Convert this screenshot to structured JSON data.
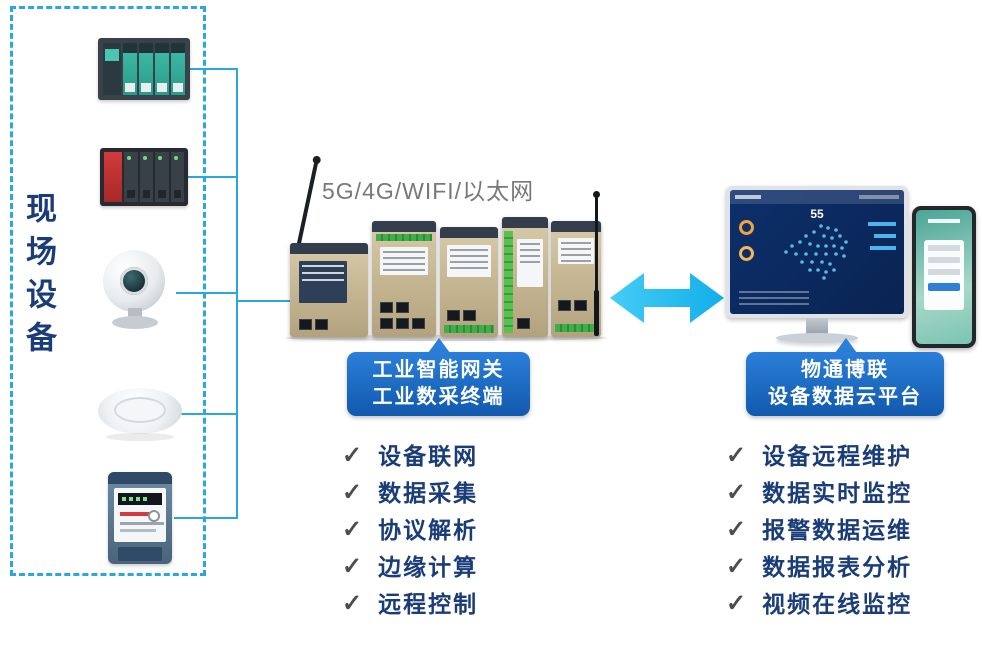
{
  "colors": {
    "dashed_border": "#2ba7e0",
    "navy_text": "#1a3c78",
    "bubble_blue_top": "#2b7fd9",
    "bubble_blue_bottom": "#1159ad",
    "arrow_cyan": "#29c1f0",
    "network_label_gray": "#787878",
    "check_gray": "#4d4d4d"
  },
  "icons": {
    "check": "✓"
  },
  "field_panel": {
    "label": "现场设备",
    "devices": [
      "plc-rack",
      "plc-controller",
      "ip-camera",
      "smoke-detector",
      "energy-meter"
    ]
  },
  "network_label": "5G/4G/WIFI/以太网",
  "gateway_group": {
    "bubble_line1": "工业智能网关",
    "bubble_line2": "工业数采终端",
    "features": [
      "设备联网",
      "数据采集",
      "协议解析",
      "边缘计算",
      "远程控制"
    ]
  },
  "platform_group": {
    "bubble_line1": "物通博联",
    "bubble_line2": "设备数据云平台",
    "features": [
      "设备远程维护",
      "数据实时监控",
      "报警数据运维",
      "数据报表分析",
      "视频在线监控"
    ],
    "dashboard_number": "55"
  }
}
